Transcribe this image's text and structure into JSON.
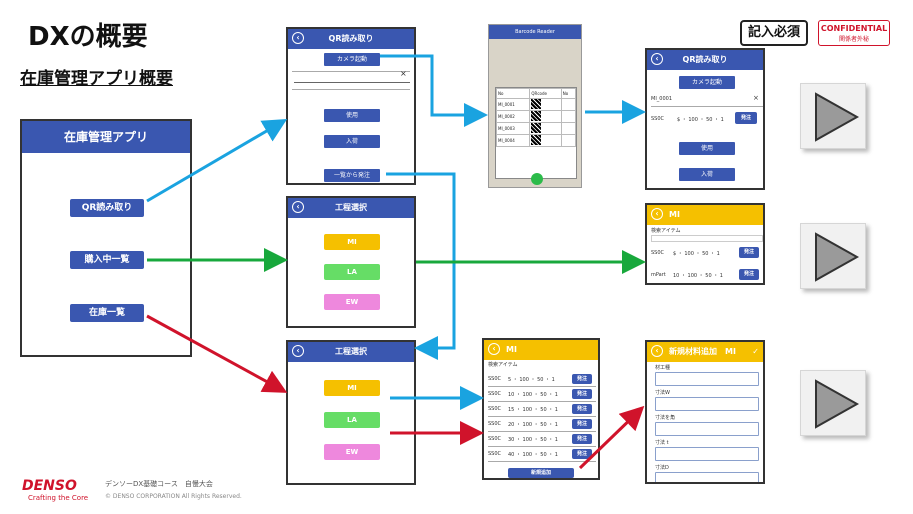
{
  "slide": {
    "title": "DXの概要",
    "subtitle": "在庫管理アプリ概要",
    "badge": "記入必須",
    "confidential": "CONFIDENTIAL",
    "confidential_sub": "関係者外秘"
  },
  "main_panel": {
    "title": "在庫管理アプリ",
    "buttons": [
      "QR読み取り",
      "購入中一覧",
      "在庫一覧"
    ]
  },
  "qr_screen": {
    "title": "QR読み取り",
    "camera": "カメラ起動",
    "close": "×",
    "use": "使用",
    "receive": "入荷",
    "order_list": "一覧から発注"
  },
  "process_screen_1": {
    "title": "工程選択",
    "options": [
      "MI",
      "LA",
      "EW"
    ]
  },
  "process_screen_2": {
    "title": "工程選択",
    "options": [
      "MI",
      "LA",
      "EW"
    ]
  },
  "barcode_reader": {
    "title": "Barcode Reader",
    "headers": [
      "No",
      "QRcode",
      "No"
    ],
    "rows": [
      "MI_0001",
      "MI_0002",
      "MI_0003",
      "MI_0004"
    ]
  },
  "qr_result": {
    "title": "QR読み取り",
    "camera": "カメラ起動",
    "code": "MI_0001",
    "close": "×",
    "item": "SS0C",
    "price": "$ ・ 100 ・ 50 ・ 1",
    "order": "発注",
    "use": "使用",
    "receive": "入荷"
  },
  "purchasing": {
    "title": "MI",
    "category": "検索アイテム",
    "items": [
      {
        "name": "SS0C",
        "values": "$ ・ 100 ・ 50 ・ 1",
        "order": "発注"
      },
      {
        "name": "mPart",
        "values": "10 ・ 100 ・ 50 ・ 1",
        "order": "発注"
      }
    ]
  },
  "stock_list": {
    "title": "MI",
    "category": "検索アイテム",
    "rows": [
      {
        "name": "SS0C",
        "values": "5 ・ 100 ・ 50 ・ 1"
      },
      {
        "name": "SS0C",
        "values": "10 ・ 100 ・ 50 ・ 1"
      },
      {
        "name": "SS0C",
        "values": "15 ・ 100 ・ 50 ・ 1"
      },
      {
        "name": "SS0C",
        "values": "20 ・ 100 ・ 50 ・ 1"
      },
      {
        "name": "SS0C",
        "values": "30 ・ 100 ・ 50 ・ 1"
      },
      {
        "name": "SS0C",
        "values": "40 ・ 100 ・ 50 ・ 1"
      }
    ],
    "order": "発注",
    "new_button": "新規追加"
  },
  "new_material": {
    "title": "新規材料追加　MI",
    "check": "✓",
    "fields": [
      "材工種",
      "寸法W",
      "寸法を角",
      "寸法 t",
      "寸法D"
    ]
  },
  "footer": {
    "logo": "DENSO",
    "tagline": "Crafting the Core",
    "course": "デンソーDX基礎コース　自慢大会",
    "copyright": "© DENSO CORPORATION All Rights Reserved."
  },
  "colors": {
    "blue": "#3a57b0",
    "arrow_blue": "#1aa3e0",
    "arrow_green": "#18a83c",
    "arrow_red": "#d0132b",
    "mi": "#f5c000",
    "la": "#66dd66",
    "ew": "#ee88dd"
  }
}
